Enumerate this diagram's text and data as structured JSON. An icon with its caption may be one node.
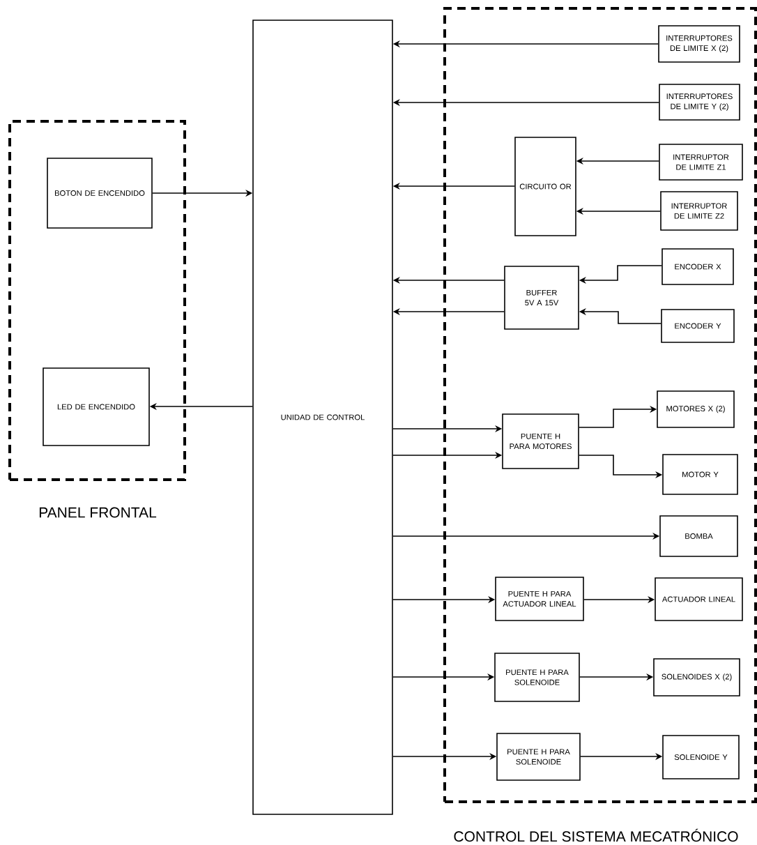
{
  "diagram": {
    "nodes": [
      {
        "text": [
          "PANEL FRONTAL"
        ]
      },
      {
        "text": [
          "BOTON DE ENCENDIDO"
        ],
        "in": 0
      },
      {
        "text": [
          "LED DE ENCENDIDO"
        ],
        "in": 0
      },
      {
        "text": [
          "UNIDAD DE CONTROL"
        ]
      },
      {
        "text": [
          "CONTROL DEL SISTEMA MECATRÓNICO"
        ]
      },
      {
        "text": [
          "INTERRUPTORES DE LIMITE X (2)"
        ],
        "in": 4
      },
      {
        "text": [
          "INTERRUPTORES DE LIMITE Y (2)"
        ],
        "in": 4
      },
      {
        "text": [
          "CIRCUITO OR"
        ],
        "in": 4
      },
      {
        "text": [
          "INTERRUPTOR DE LIMITE Z1"
        ],
        "in": 4
      },
      {
        "text": [
          "INTERRUPTOR DE LIMITE Z2"
        ],
        "in": 4
      },
      {
        "text": [
          "BUFFER 5V A 15V"
        ],
        "in": 4
      },
      {
        "text": [
          "ENCODER X"
        ],
        "in": 4
      },
      {
        "text": [
          "ENCODER Y"
        ],
        "in": 4
      },
      {
        "text": [
          "PUENTE H PARA MOTORES"
        ],
        "in": 4
      },
      {
        "text": [
          "MOTORES X (2)"
        ],
        "in": 4
      },
      {
        "text": [
          "MOTOR Y"
        ],
        "in": 4
      },
      {
        "text": [
          "BOMBA"
        ],
        "in": 4
      },
      {
        "text": [
          "PUENTE H PARA ACTUADOR LINEAL"
        ],
        "in": 4
      },
      {
        "text": [
          "ACTUADOR LINEAL"
        ],
        "in": 4
      },
      {
        "text": [
          "PUENTE H PARA SOLENOIDE"
        ],
        "in": 4
      },
      {
        "text": [
          "SOLENOIDES X (2)"
        ],
        "in": 4
      },
      {
        "text": [
          "PUENTE H PARA SOLENOIDE"
        ],
        "in": 4
      },
      {
        "text": [
          "SOLENOIDE Y"
        ],
        "in": 4
      }
    ],
    "edges": [
      {
        "from": 1,
        "to": 3,
        "arrow": "to"
      },
      {
        "from": 3,
        "to": 2,
        "arrow": "to"
      },
      {
        "from": 5,
        "to": 3,
        "arrow": "to"
      },
      {
        "from": 6,
        "to": 3,
        "arrow": "to"
      },
      {
        "from": 7,
        "to": 3,
        "arrow": "to"
      },
      {
        "from": 8,
        "to": 7,
        "arrow": "to"
      },
      {
        "from": 9,
        "to": 7,
        "arrow": "to"
      },
      {
        "from": 10,
        "to": 3,
        "arrow": "to"
      },
      {
        "from": 10,
        "to": 3,
        "arrow": "to"
      },
      {
        "from": 11,
        "to": 10,
        "arrow": "to"
      },
      {
        "from": 12,
        "to": 10,
        "arrow": "to"
      },
      {
        "from": 3,
        "to": 13,
        "arrow": "to"
      },
      {
        "from": 3,
        "to": 13,
        "arrow": "to"
      },
      {
        "from": 13,
        "to": 14,
        "arrow": "to"
      },
      {
        "from": 13,
        "to": 15,
        "arrow": "to"
      },
      {
        "from": 3,
        "to": 16,
        "arrow": "to"
      },
      {
        "from": 3,
        "to": 17,
        "arrow": "to"
      },
      {
        "from": 17,
        "to": 18,
        "arrow": "to"
      },
      {
        "from": 3,
        "to": 19,
        "arrow": "to"
      },
      {
        "from": 19,
        "to": 20,
        "arrow": "to"
      },
      {
        "from": 3,
        "to": 21,
        "arrow": "to"
      },
      {
        "from": 21,
        "to": 22,
        "arrow": "to"
      }
    ]
  }
}
